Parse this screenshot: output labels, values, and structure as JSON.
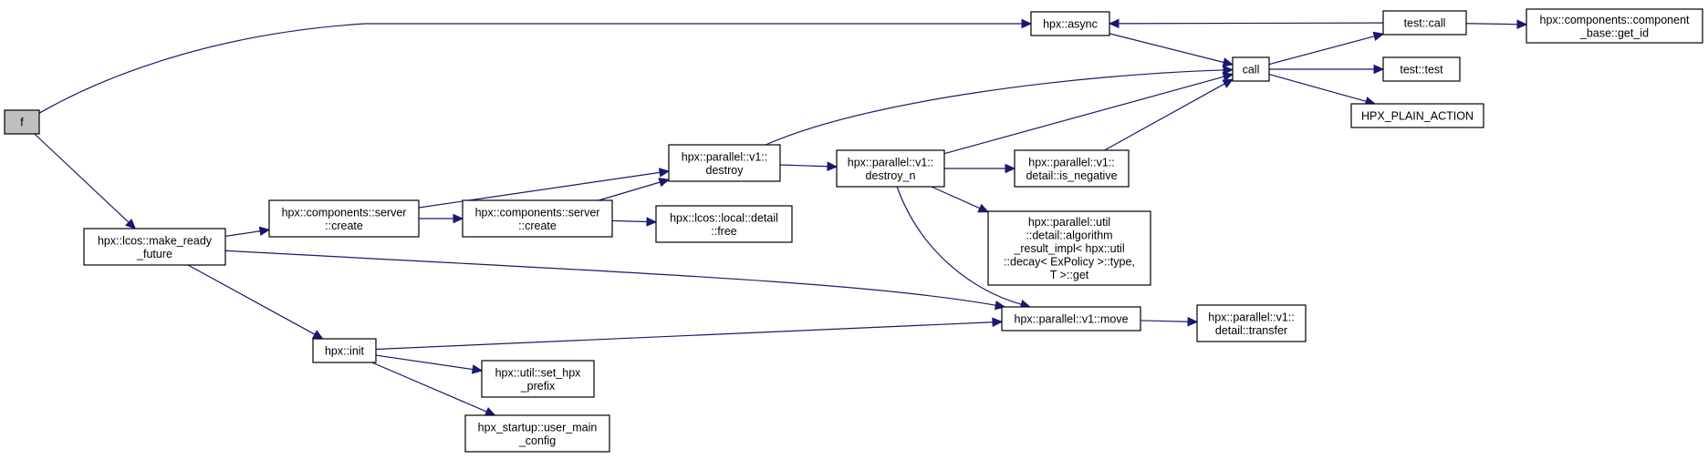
{
  "diagram": {
    "nodes": [
      {
        "id": "f",
        "lines": [
          "f"
        ]
      },
      {
        "id": "async",
        "lines": [
          "hpx::async"
        ]
      },
      {
        "id": "testcall",
        "lines": [
          "test::call"
        ]
      },
      {
        "id": "getid",
        "lines": [
          "hpx::components::component",
          "_base::get_id"
        ]
      },
      {
        "id": "call",
        "lines": [
          "call"
        ]
      },
      {
        "id": "testtest",
        "lines": [
          "test::test"
        ]
      },
      {
        "id": "plain",
        "lines": [
          "HPX_PLAIN_ACTION"
        ]
      },
      {
        "id": "mrf",
        "lines": [
          "hpx::lcos::make_ready",
          "_future"
        ]
      },
      {
        "id": "screate1",
        "lines": [
          "hpx::components::server",
          "::create"
        ]
      },
      {
        "id": "screate2",
        "lines": [
          "hpx::components::server",
          "::create"
        ]
      },
      {
        "id": "destroy",
        "lines": [
          "hpx::parallel::v1::",
          "destroy"
        ]
      },
      {
        "id": "destroyn",
        "lines": [
          "hpx::parallel::v1::",
          "destroy_n"
        ]
      },
      {
        "id": "isneg",
        "lines": [
          "hpx::parallel::v1::",
          "detail::is_negative"
        ]
      },
      {
        "id": "free",
        "lines": [
          "hpx::lcos::local::detail",
          "::free"
        ]
      },
      {
        "id": "algres",
        "lines": [
          "hpx::parallel::util",
          "::detail::algorithm",
          "_result_impl< hpx::util",
          "::decay< ExPolicy >::type,",
          "T >::get"
        ]
      },
      {
        "id": "move",
        "lines": [
          "hpx::parallel::v1::move"
        ]
      },
      {
        "id": "transfer",
        "lines": [
          "hpx::parallel::v1::",
          "detail::transfer"
        ]
      },
      {
        "id": "init",
        "lines": [
          "hpx::init"
        ]
      },
      {
        "id": "sethpx",
        "lines": [
          "hpx::util::set_hpx",
          "_prefix"
        ]
      },
      {
        "id": "usermain",
        "lines": [
          "hpx_startup::user_main",
          "_config"
        ]
      }
    ],
    "edges": [
      {
        "from": "f",
        "to": "async"
      },
      {
        "from": "f",
        "to": "mrf"
      },
      {
        "from": "async",
        "to": "call"
      },
      {
        "from": "testcall",
        "to": "async"
      },
      {
        "from": "testcall",
        "to": "getid"
      },
      {
        "from": "call",
        "to": "testcall"
      },
      {
        "from": "call",
        "to": "testtest"
      },
      {
        "from": "call",
        "to": "plain"
      },
      {
        "from": "mrf",
        "to": "screate1"
      },
      {
        "from": "mrf",
        "to": "move"
      },
      {
        "from": "mrf",
        "to": "init"
      },
      {
        "from": "screate1",
        "to": "destroy"
      },
      {
        "from": "screate1",
        "to": "screate2"
      },
      {
        "from": "screate2",
        "to": "destroy"
      },
      {
        "from": "screate2",
        "to": "free"
      },
      {
        "from": "destroy",
        "to": "call"
      },
      {
        "from": "destroy",
        "to": "destroyn"
      },
      {
        "from": "destroyn",
        "to": "call"
      },
      {
        "from": "destroyn",
        "to": "isneg"
      },
      {
        "from": "destroyn",
        "to": "algres"
      },
      {
        "from": "destroyn",
        "to": "move"
      },
      {
        "from": "isneg",
        "to": "call"
      },
      {
        "from": "move",
        "to": "transfer"
      },
      {
        "from": "init",
        "to": "move"
      },
      {
        "from": "init",
        "to": "sethpx"
      },
      {
        "from": "init",
        "to": "usermain"
      }
    ]
  }
}
